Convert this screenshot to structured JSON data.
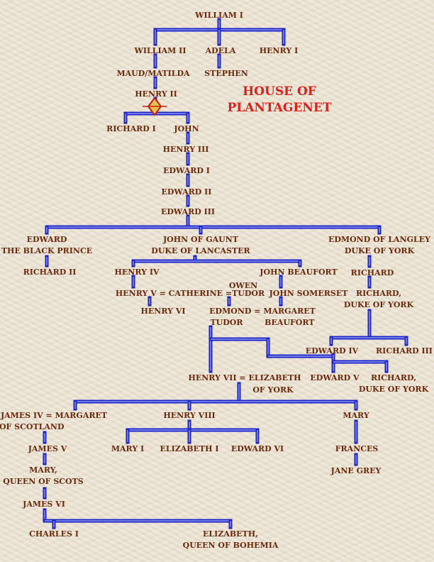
{
  "title": {
    "line1": "HOUSE OF",
    "line2": "PLANTAGENET"
  },
  "people": {
    "william_i": "WILLIAM I",
    "william_ii": "WILLIAM II",
    "adela": "ADELA",
    "henry_i": "HENRY I",
    "maud": "MAUD/MATILDA",
    "stephen": "STEPHEN",
    "henry_ii": "HENRY II",
    "richard_i": "RICHARD I",
    "john": "JOHN",
    "henry_iii": "HENRY III",
    "edward_i": "EDWARD I",
    "edward_ii": "EDWARD II",
    "edward_iii": "EDWARD III",
    "edward_bp": {
      "line1": "EDWARD",
      "line2": "THE BLACK PRINCE"
    },
    "john_gaunt": {
      "line1": "JOHN OF GAUNT",
      "line2": "DUKE OF LANCASTER"
    },
    "edmond_langley": {
      "line1": "EDMOND OF LANGLEY",
      "line2": "DUKE OF YORK"
    },
    "richard_ii": "RICHARD II",
    "henry_iv": "HENRY IV",
    "john_beaufort": "JOHN BEAUFORT",
    "richard_york1": "RICHARD",
    "owen": "OWEN",
    "henry_v_line": "HENRY V = CATHERINE =TUDOR",
    "john_somerset": "JOHN SOMERSET",
    "richard_york2": {
      "line1": "RICHARD,",
      "line2": "DUKE OF YORK"
    },
    "henry_vi": "HENRY VI",
    "edmond_margaret": {
      "line1": "EDMOND = MARGARET",
      "line2": "TUDOR        BEAUFORT"
    },
    "edward_iv": "EDWARD IV",
    "richard_iii": "RICHARD III",
    "henry_vii": "HENRY VII = ELIZABETH",
    "of_york": "OF YORK",
    "edward_v": "EDWARD V",
    "richard_york3": {
      "line1": "RICHARD,",
      "line2": "DUKE OF YORK"
    },
    "james_iv": {
      "line1": "JAMES IV = MARGARET",
      "line2": "OF SCOTLAND"
    },
    "henry_viii": "HENRY VIII",
    "mary_sister": "MARY",
    "james_v": "JAMES V",
    "mary_i": "MARY I",
    "elizabeth_i": "ELIZABETH I",
    "edward_vi": "EDWARD VI",
    "frances": "FRANCES",
    "mary_scots": {
      "line1": "MARY,",
      "line2": "QUEEN OF SCOTS"
    },
    "jane_grey": "JANE GREY",
    "james_vi": "JAMES VI",
    "charles_i": "CHARLES I",
    "elizabeth_boh": {
      "line1": "ELIZABETH,",
      "line2": "QUEEN OF BOHEMIA"
    }
  },
  "colors": {
    "line": "#1a22c8",
    "text": "#6b2a0c",
    "title": "#e02018"
  }
}
